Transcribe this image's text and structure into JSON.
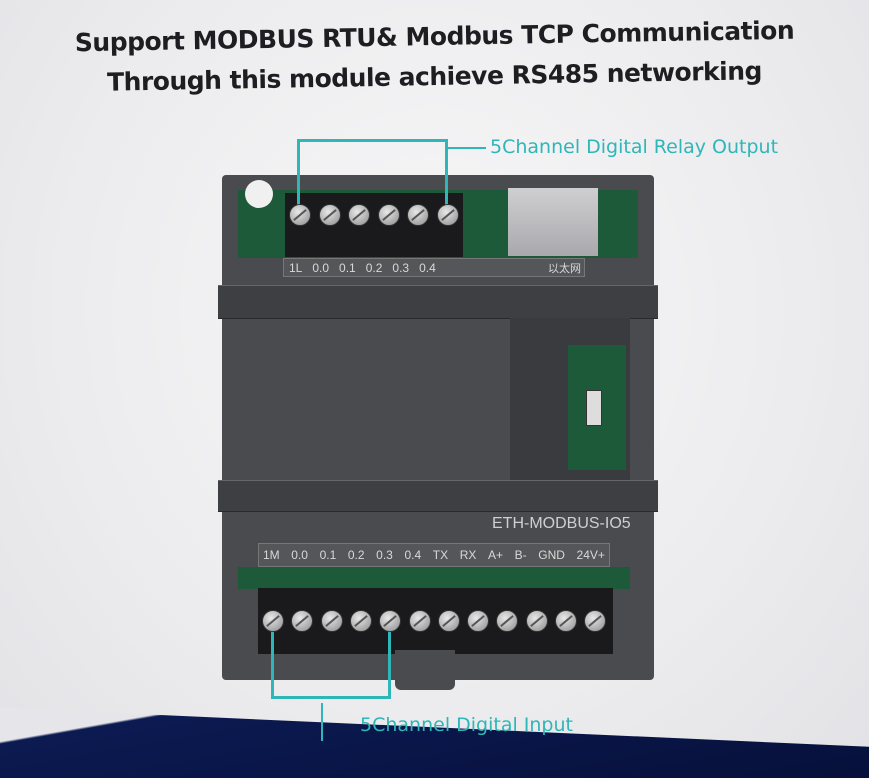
{
  "headline": {
    "line1": "Support MODBUS RTU& Modbus TCP Communication",
    "line2": "Through this module achieve RS485 networking"
  },
  "annotations": {
    "relay_output": "5Channel Digital Relay Output",
    "digital_input": "5Channel Digital Input"
  },
  "device": {
    "model": "ETH-MODBUS-IO5",
    "top_labels": [
      "1L",
      "0.0",
      "0.1",
      "0.2",
      "0.3",
      "0.4"
    ],
    "ethernet_label": "以太网",
    "bottom_labels": [
      "1M",
      "0.0",
      "0.1",
      "0.2",
      "0.3",
      "0.4",
      "TX",
      "RX",
      "A+",
      "B-",
      "GND",
      "24V+"
    ]
  },
  "colors": {
    "accent": "#2fb6b8",
    "housing": "#4a4b4f",
    "title": "#1d1d22"
  }
}
